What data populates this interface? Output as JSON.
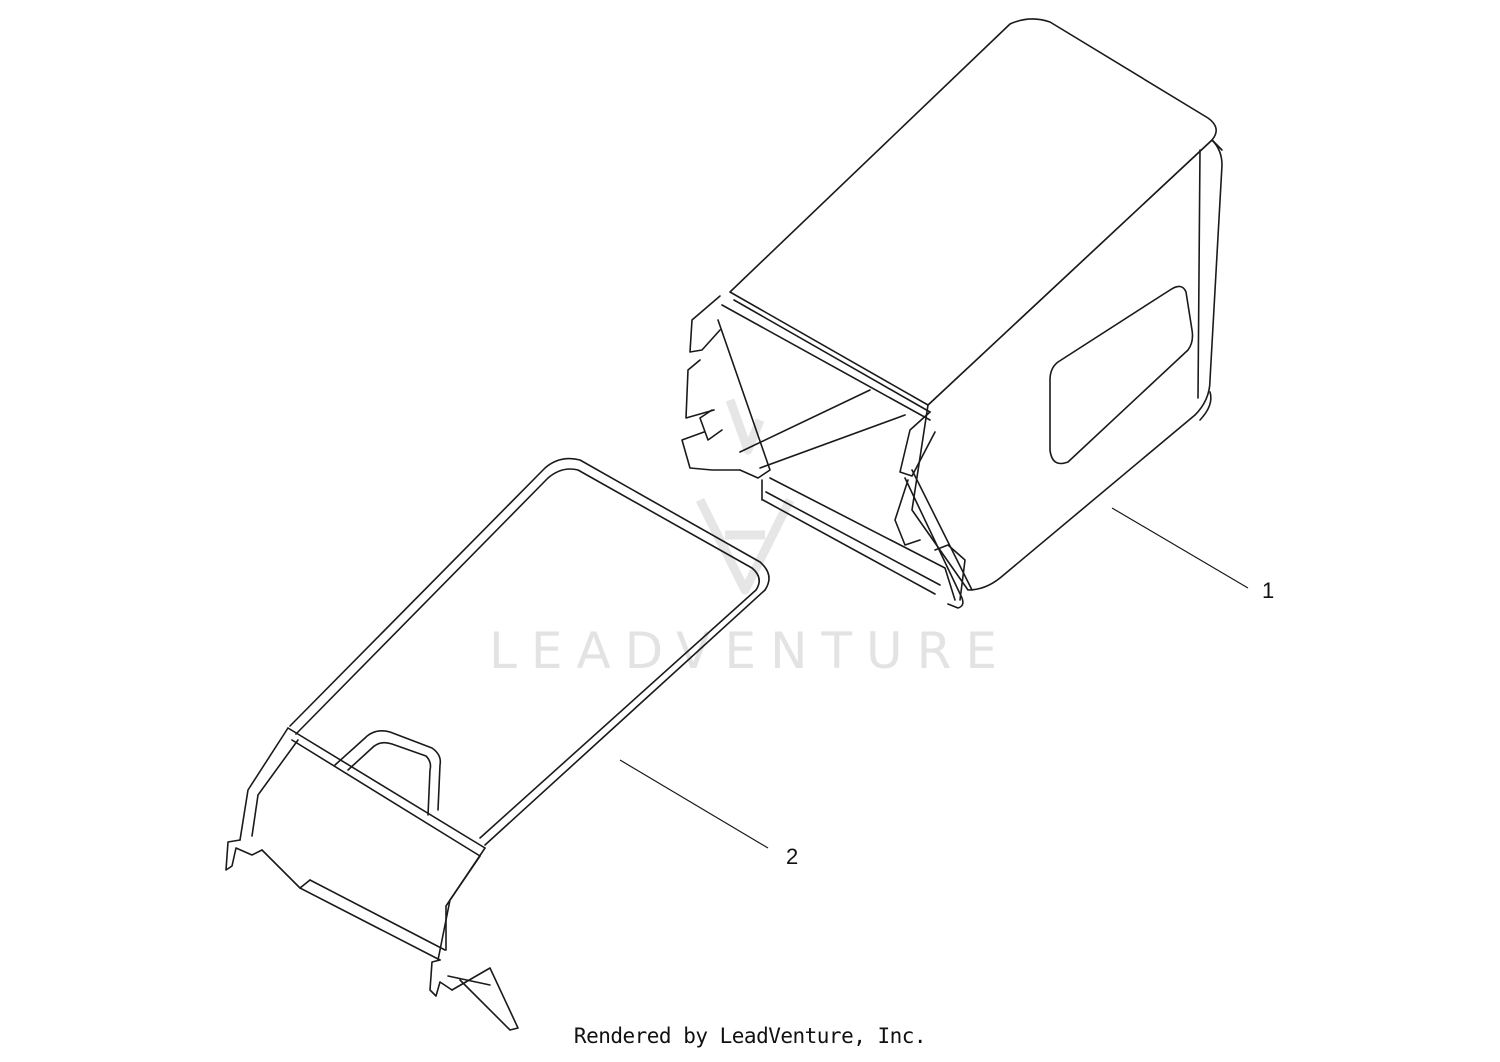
{
  "callouts": {
    "part1": "1",
    "part2": "2"
  },
  "watermark": {
    "text": "LEADVENTURE"
  },
  "credit": {
    "text": "Rendered by LeadVenture, Inc."
  }
}
